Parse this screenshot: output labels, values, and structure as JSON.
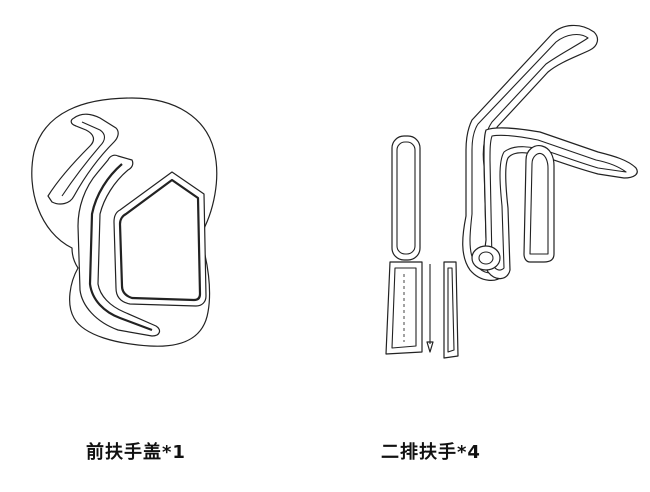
{
  "figures": [
    {
      "id": "front-armrest-cover",
      "label": "前扶手盖*1"
    },
    {
      "id": "second-row-armrest",
      "label": "二排扶手*4"
    }
  ],
  "colors": {
    "line": "#222222",
    "background": "#ffffff",
    "text": "#111111"
  }
}
